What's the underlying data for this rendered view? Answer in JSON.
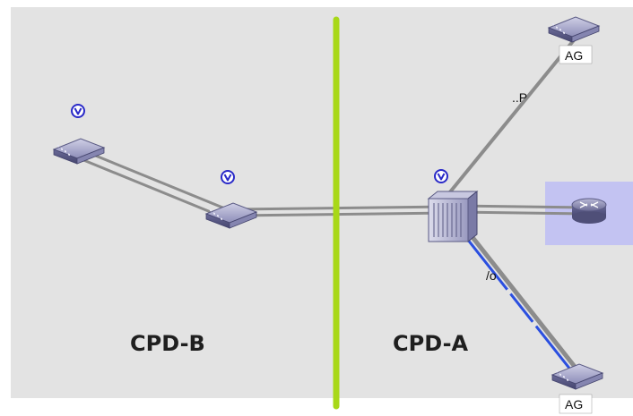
{
  "regions": {
    "left": {
      "label": "CPD-B"
    },
    "right": {
      "label": "CPD-A"
    }
  },
  "links": {
    "upper_ag": {
      "label": "..P"
    },
    "lower_ag": {
      "label": "/o"
    }
  },
  "nodes": {
    "ag_top": {
      "label": "AG"
    },
    "ag_bottom": {
      "label": "AG"
    },
    "v_badge": {
      "label": "V"
    }
  },
  "colors": {
    "background": "#e3e3e3",
    "divider": "#a8d818",
    "link": "#8c8c8c",
    "link_highlight": "#2b4fe0",
    "router_highlight": "#c3c3f2",
    "device": "#6e6e9e",
    "badge": "#2a2ac8"
  },
  "icons": [
    "switch-icon",
    "chassis-switch-icon",
    "router-icon",
    "v-badge-icon"
  ]
}
